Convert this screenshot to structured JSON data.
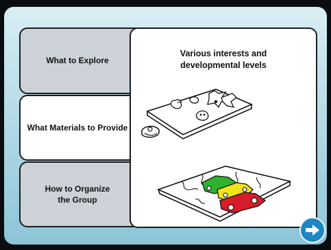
{
  "nav": {
    "explore": "What to Explore",
    "materials": "What Materials to Provide",
    "organize": "How to Organize\nthe Group",
    "active": "materials"
  },
  "content": {
    "title": "Various interests and\ndevelopmental levels",
    "image_top": "animal-shapes-puzzle-illustration",
    "image_bottom": "vehicle-jigsaw-puzzle-illustration"
  },
  "next_button": {
    "icon": "arrow-right-icon"
  },
  "colors": {
    "frame_top": "#d9eef4",
    "frame_bottom": "#8cc5d8",
    "tab_inactive": "#ccd2d8",
    "tab_active": "#ffffff",
    "button": "#1d86c4",
    "puzzle_green": "#2db32e",
    "puzzle_yellow": "#f2e31a",
    "puzzle_red": "#d81c2a"
  }
}
